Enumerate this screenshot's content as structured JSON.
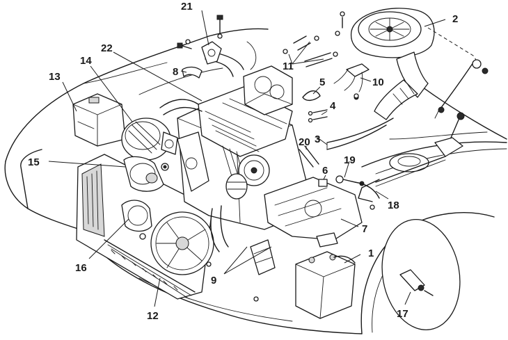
{
  "figure": {
    "callouts": [
      {
        "id": "1",
        "label": "1"
      },
      {
        "id": "2",
        "label": "2"
      },
      {
        "id": "3",
        "label": "3"
      },
      {
        "id": "4",
        "label": "4"
      },
      {
        "id": "5",
        "label": "5"
      },
      {
        "id": "6",
        "label": "6"
      },
      {
        "id": "7",
        "label": "7"
      },
      {
        "id": "8",
        "label": "8"
      },
      {
        "id": "9",
        "label": "9"
      },
      {
        "id": "10",
        "label": "10"
      },
      {
        "id": "11",
        "label": "11"
      },
      {
        "id": "12",
        "label": "12"
      },
      {
        "id": "13",
        "label": "13"
      },
      {
        "id": "14",
        "label": "14"
      },
      {
        "id": "15",
        "label": "15"
      },
      {
        "id": "16",
        "label": "16"
      },
      {
        "id": "17",
        "label": "17"
      },
      {
        "id": "18",
        "label": "18"
      },
      {
        "id": "19",
        "label": "19"
      },
      {
        "id": "20",
        "label": "20"
      },
      {
        "id": "21",
        "label": "21"
      },
      {
        "id": "22",
        "label": "22"
      }
    ]
  }
}
